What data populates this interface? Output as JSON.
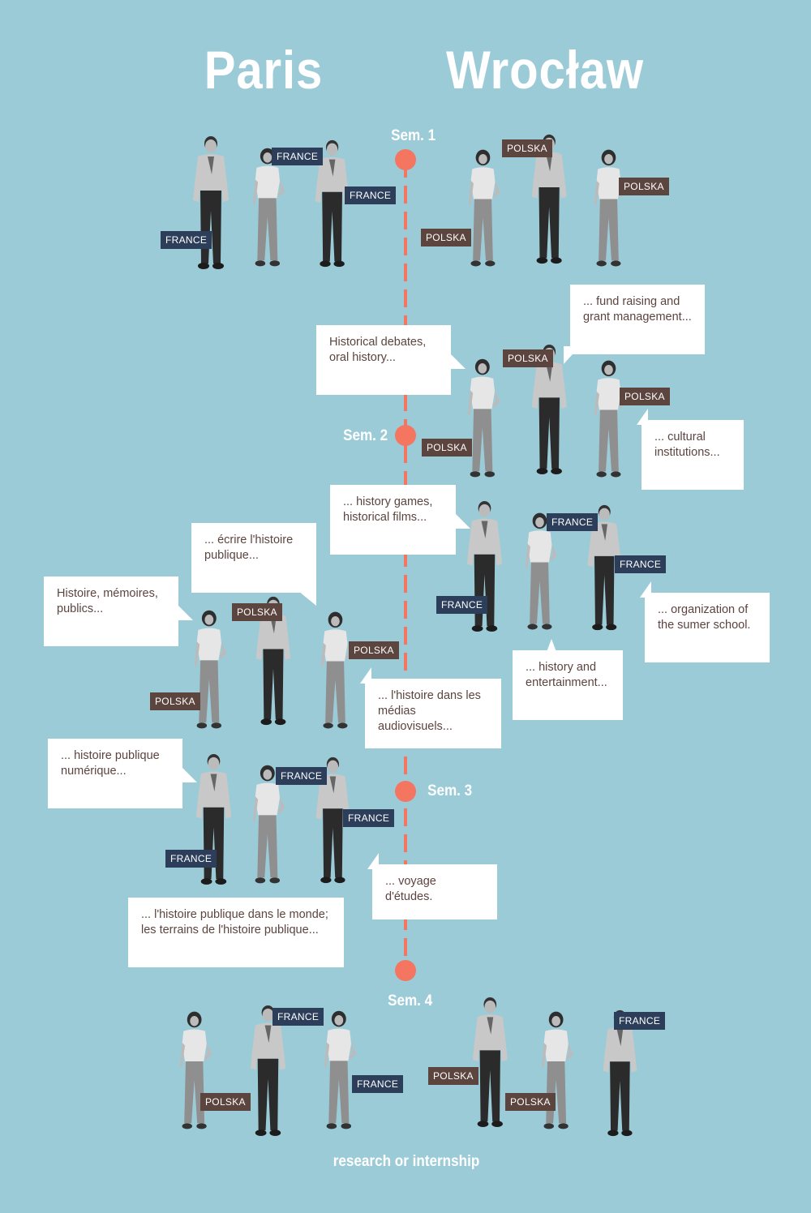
{
  "titles": {
    "left": "Paris",
    "right": "Wrocław"
  },
  "semesters": [
    "Sem. 1",
    "Sem. 2",
    "Sem. 3",
    "Sem. 4"
  ],
  "footer": "research or internship",
  "tags": {
    "france": "FRANCE",
    "polska": "POLSKA"
  },
  "bubbles": [
    "... fund raising and grant management...",
    "Historical debates, oral history...",
    "... cultural institutions...",
    "... history games, historical films...",
    "... écrire l'histoire publique...",
    "Histoire, mémoires, publics...",
    "... organization of the sumer school.",
    "... history and entertainment...",
    "... l'histoire dans les médias audiovisuels...",
    "... histoire publique numérique...",
    "... voyage d'études.",
    "... l'histoire publique dans le monde; les terrains de l'histoire publique..."
  ],
  "colors": {
    "background": "#9ccbd8",
    "timeline": "#f47560",
    "france": "#2d3e5b",
    "polska": "#5c443f"
  }
}
